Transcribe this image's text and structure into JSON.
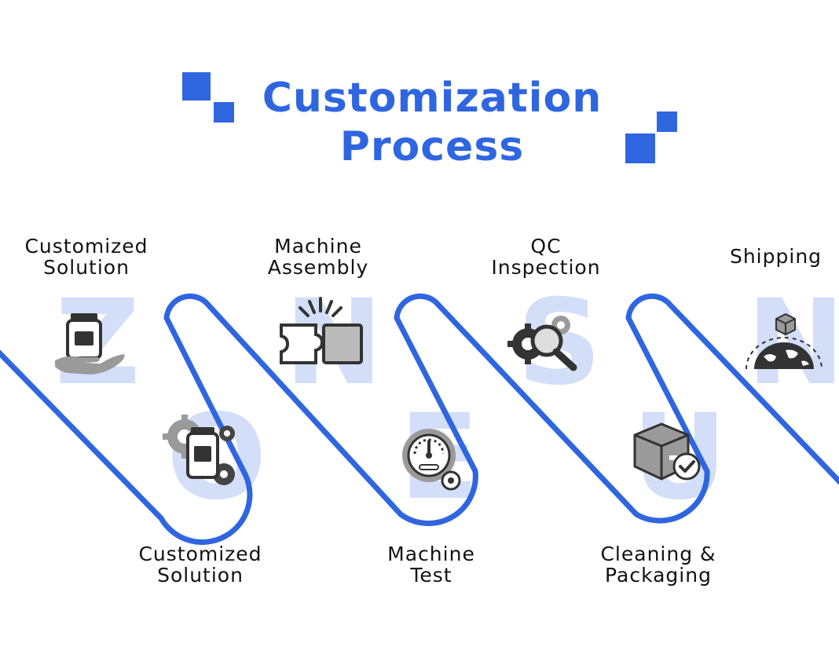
{
  "title": {
    "line1": "Customization",
    "line2": "Process"
  },
  "watermark": [
    "Z",
    "O",
    "N",
    "E",
    "S",
    "U",
    "N"
  ],
  "steps": [
    {
      "line1": "Customized",
      "line2": "Solution",
      "icon": "jar-in-hand-icon"
    },
    {
      "line1": "Customized",
      "line2": "Solution",
      "icon": "jar-with-gears-icon"
    },
    {
      "line1": "Machine",
      "line2": "Assembly",
      "icon": "puzzle-assembly-icon"
    },
    {
      "line1": "Machine",
      "line2": "Test",
      "icon": "gauge-test-icon"
    },
    {
      "line1": "QC",
      "line2": "Inspection",
      "icon": "gear-magnifier-icon"
    },
    {
      "line1": "Cleaning &",
      "line2": "Packaging",
      "icon": "box-checkmark-icon"
    },
    {
      "line1": "Shipping",
      "line2": "",
      "icon": "globe-box-icon"
    }
  ],
  "colors": {
    "accent": "#2f66e0",
    "watermark": "#3a6ee8",
    "icon_dark": "#333333",
    "icon_light": "#9a9a9a"
  }
}
